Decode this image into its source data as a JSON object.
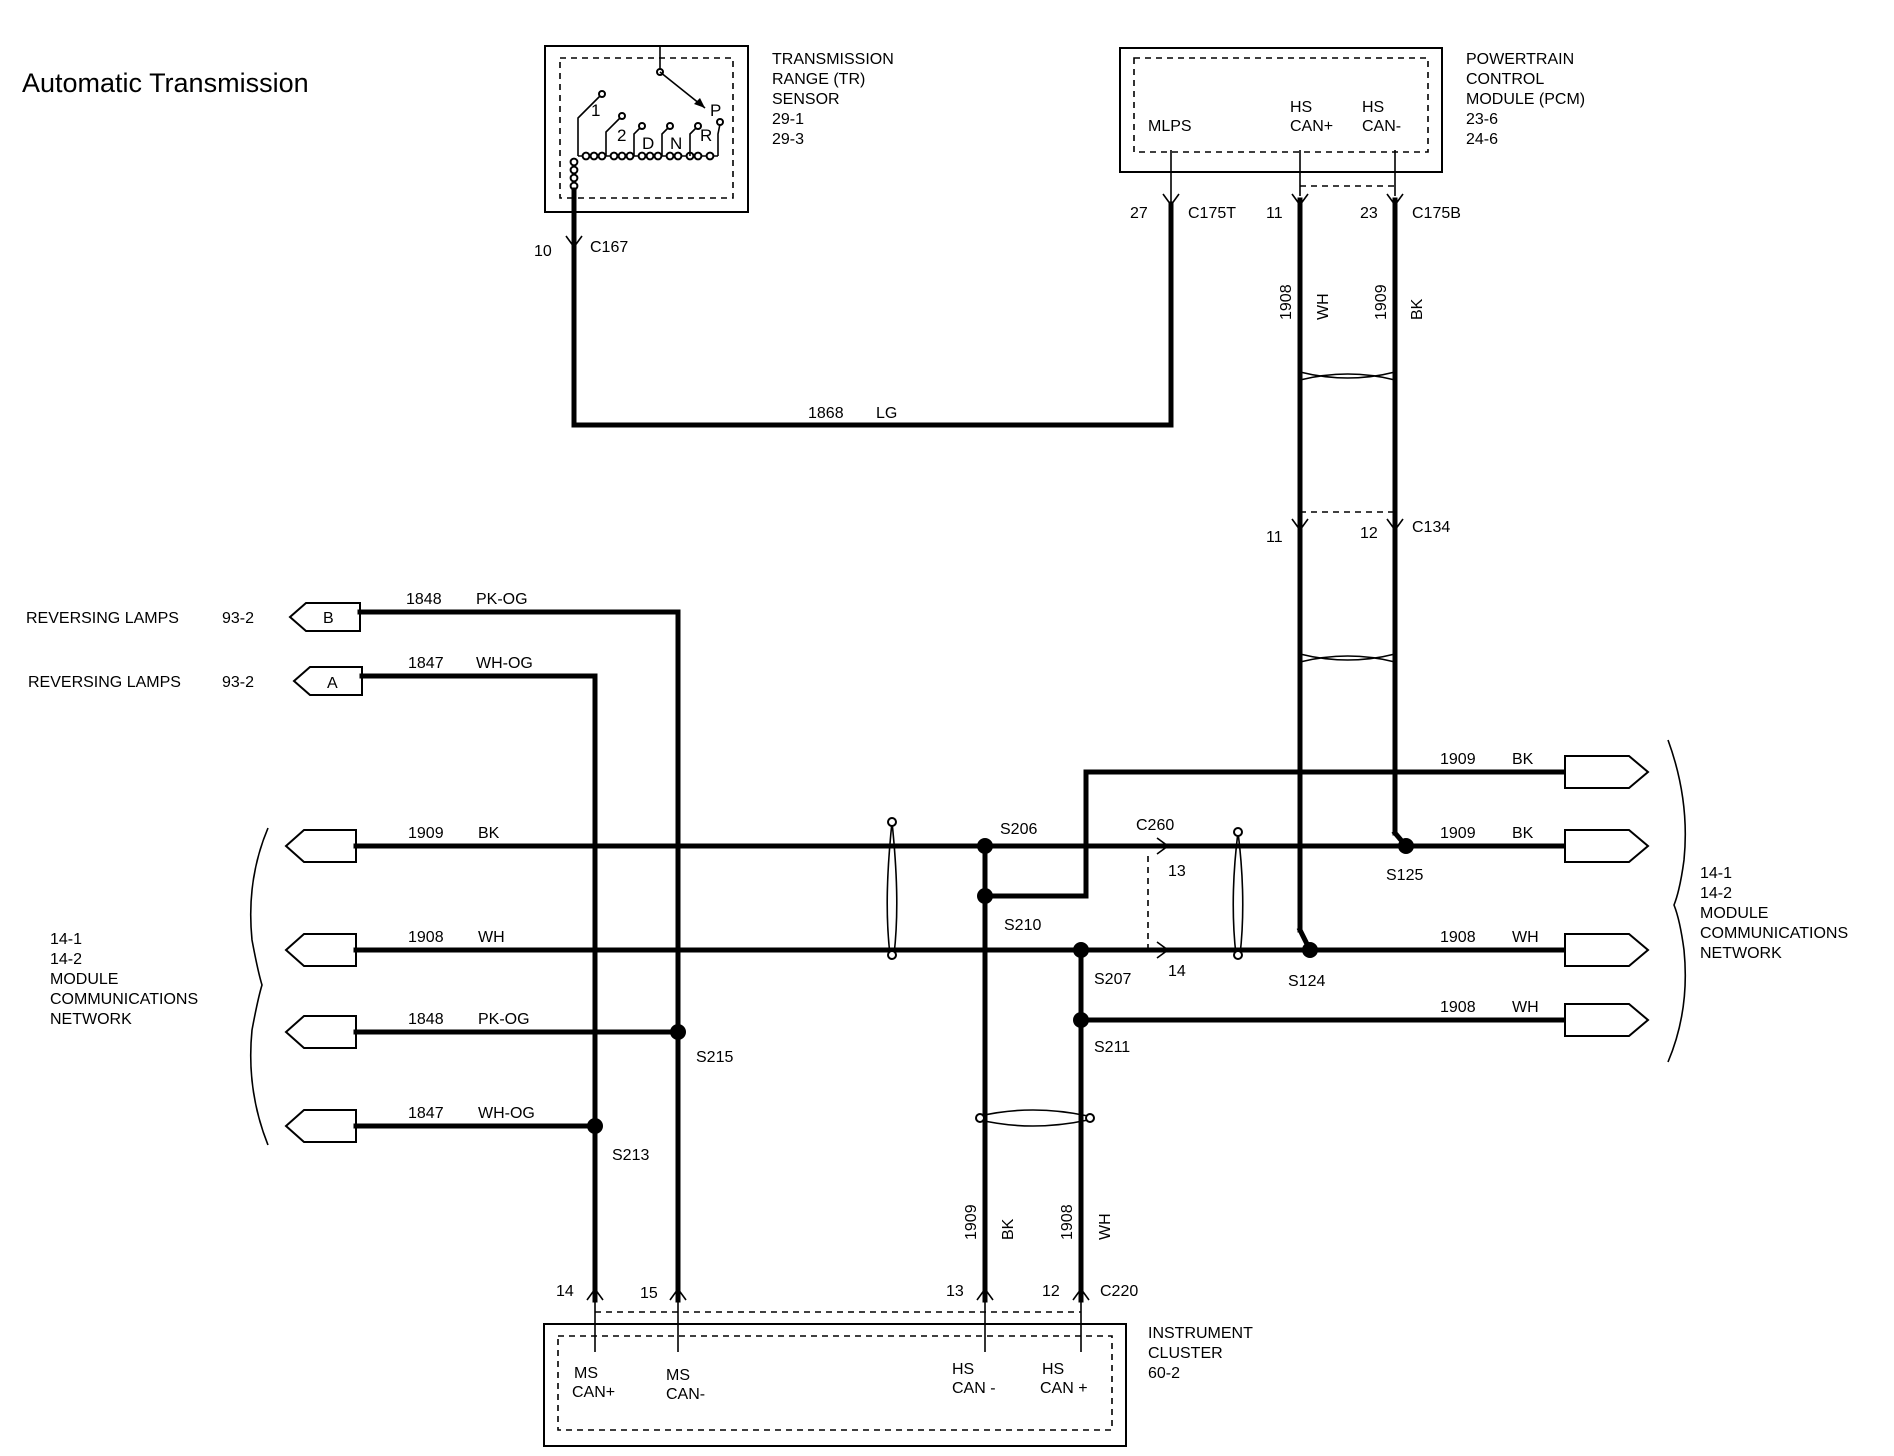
{
  "title": "Automatic Transmission",
  "tr_sensor": {
    "name_lines": [
      "TRANSMISSION",
      "RANGE (TR)",
      "SENSOR",
      "29-1",
      "29-3"
    ],
    "positions": [
      "1",
      "2",
      "D",
      "N",
      "R",
      "P"
    ],
    "pin": "10",
    "connector": "C167"
  },
  "pcm": {
    "name_lines": [
      "POWERTRAIN",
      "CONTROL",
      "MODULE (PCM)",
      "23-6",
      "24-6"
    ],
    "term_mlps": "MLPS",
    "term_hs1": "HS",
    "term_canp": "CAN+",
    "term_hs2": "HS",
    "term_canm": "CAN-",
    "pin_mlps": "27",
    "conn_t": "C175T",
    "pin_canp": "11",
    "pin_canm": "23",
    "conn_b": "C175B"
  },
  "wires": {
    "w1868": "1868",
    "lg": "LG",
    "w1908_v": "1908",
    "wh_v": "WH",
    "w1909_v": "1909",
    "bk_v": "BK",
    "w1848_top": "1848",
    "pkog_top": "PK-OG",
    "w1847_top": "1847",
    "whog_top": "WH-OG",
    "w1909_l": "1909",
    "bk_l": "BK",
    "w1908_l": "1908",
    "wh_l": "WH",
    "w1848_l": "1848",
    "pkog_l": "PK-OG",
    "w1847_l": "1847",
    "whog_l": "WH-OG",
    "w1909_r1": "1909",
    "bk_r1": "BK",
    "w1909_r2": "1909",
    "bk_r2": "BK",
    "w1908_r1": "1908",
    "wh_r1": "WH",
    "w1908_r2": "1908",
    "wh_r2": "WH",
    "w1909_ic": "1909",
    "bk_ic": "BK",
    "w1908_ic": "1908",
    "wh_ic": "WH"
  },
  "c134": {
    "pin_a": "11",
    "pin_b": "12",
    "name": "C134"
  },
  "c260": {
    "name": "C260",
    "pin_a": "13",
    "pin_b": "14"
  },
  "splices": {
    "s206": "S206",
    "s210": "S210",
    "s207": "S207",
    "s211": "S211",
    "s125": "S125",
    "s124": "S124",
    "s215": "S215",
    "s213": "S213"
  },
  "reversing": {
    "label_b": "REVERSING LAMPS",
    "ref_b": "93-2",
    "tag_b": "B",
    "label_a": "REVERSING LAMPS",
    "ref_a": "93-2",
    "tag_a": "A"
  },
  "network_left": [
    "14-1",
    "14-2",
    "MODULE",
    "COMMUNICATIONS",
    "NETWORK"
  ],
  "network_right": [
    "14-1",
    "14-2",
    "MODULE",
    "COMMUNICATIONS",
    "NETWORK"
  ],
  "cluster": {
    "name_lines": [
      "INSTRUMENT",
      "CLUSTER",
      "60-2"
    ],
    "pins": [
      "14",
      "15",
      "13",
      "12"
    ],
    "connector": "C220",
    "ms1": "MS",
    "mscanp": "CAN+",
    "ms2": "MS",
    "mscanm": "CAN-",
    "hs1": "HS",
    "hscanm": "CAN -",
    "hs2": "HS",
    "hscanp": "CAN +"
  }
}
